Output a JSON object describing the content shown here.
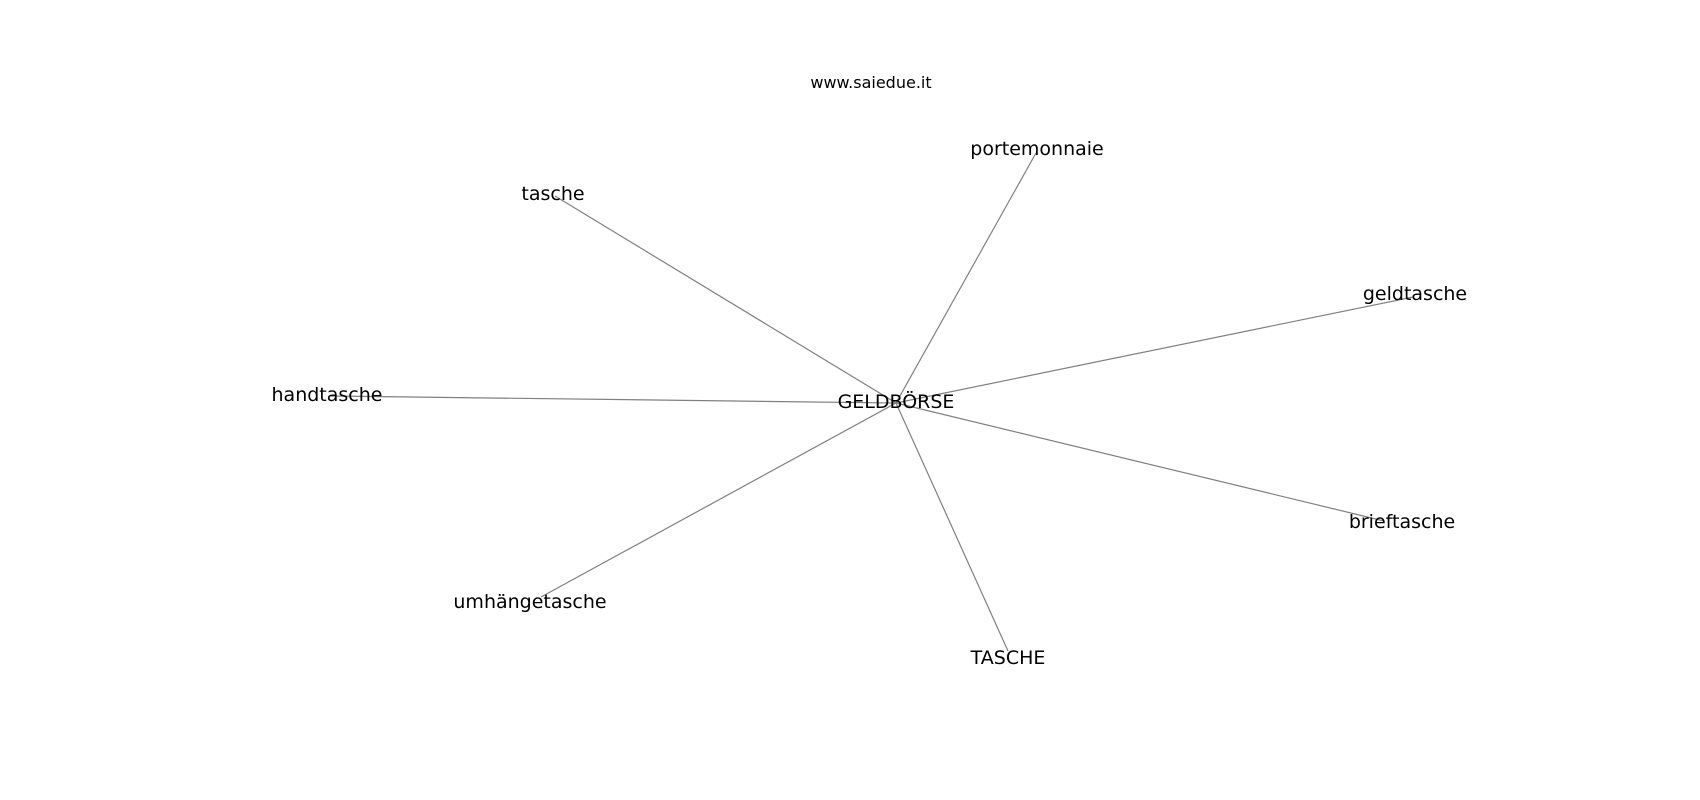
{
  "watermark": "www.saiedue.it",
  "colors": {
    "edge": "#808080",
    "label": "#000000",
    "background": "#ffffff"
  },
  "graph": {
    "center": "GELDBÖRSE",
    "nodes": [
      {
        "id": "center",
        "label": "GELDBÖRSE"
      },
      {
        "id": "portemonnaie",
        "label": "portemonnaie"
      },
      {
        "id": "tasche",
        "label": "tasche"
      },
      {
        "id": "geldtasche",
        "label": "geldtasche"
      },
      {
        "id": "handtasche",
        "label": "handtasche"
      },
      {
        "id": "brieftasche",
        "label": "brieftasche"
      },
      {
        "id": "umhaengetasche",
        "label": "umhängetasche"
      },
      {
        "id": "TASCHE",
        "label": "TASCHE"
      }
    ],
    "edges": [
      {
        "from": "center",
        "to": "portemonnaie"
      },
      {
        "from": "center",
        "to": "tasche"
      },
      {
        "from": "center",
        "to": "geldtasche"
      },
      {
        "from": "center",
        "to": "handtasche"
      },
      {
        "from": "center",
        "to": "brieftasche"
      },
      {
        "from": "center",
        "to": "umhaengetasche"
      },
      {
        "from": "center",
        "to": "TASCHE"
      }
    ]
  }
}
